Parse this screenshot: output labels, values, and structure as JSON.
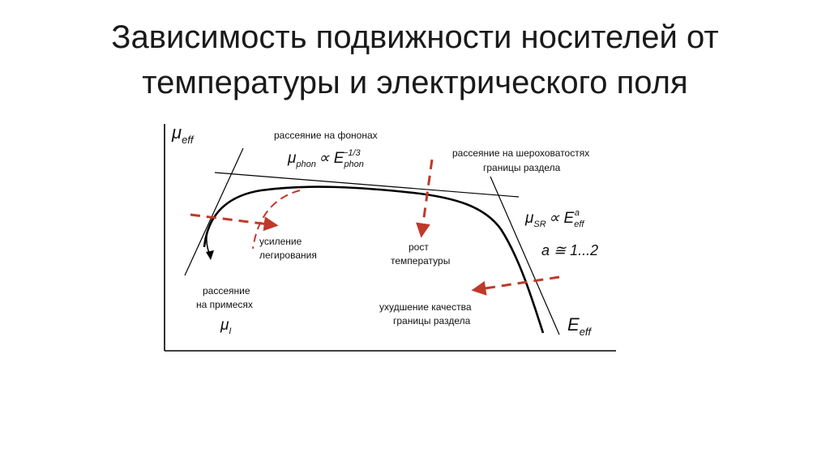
{
  "title": {
    "line1": "Зависимость подвижности носителей от",
    "line2": "температуры и электрического поля"
  },
  "diagram": {
    "y_axis": {
      "symbol": "μ",
      "subscript": "eff"
    },
    "x_axis": {
      "symbol": "E",
      "subscript": "eff"
    },
    "phonon": {
      "label": "рассеяние на фононах",
      "formula_mu": "μ",
      "formula_mu_sub": "phon",
      "formula_rel": "∝ E",
      "formula_e_sub": "phon",
      "formula_exp": "−1/3"
    },
    "surface": {
      "label_line1": "рассеяние на шероховатостях",
      "label_line2": "границы раздела",
      "formula_mu": "μ",
      "formula_mu_sub": "SR",
      "formula_rel": "∝ E",
      "formula_e_sub": "eff",
      "formula_exp": "−a",
      "range": "a ≅ 1...2"
    },
    "doping": {
      "line1": "усиление",
      "line2": "легирования"
    },
    "temperature": {
      "line1": "рост",
      "line2": "температуры"
    },
    "impurity": {
      "line1": "рассеяние",
      "line2": "на примесях",
      "formula_mu": "μ",
      "formula_mu_sub": "I"
    },
    "interface": {
      "line1": "ухудшение качества",
      "line2": "границы раздела"
    },
    "colors": {
      "curve": "#000000",
      "arrow": "#c0392b"
    }
  }
}
